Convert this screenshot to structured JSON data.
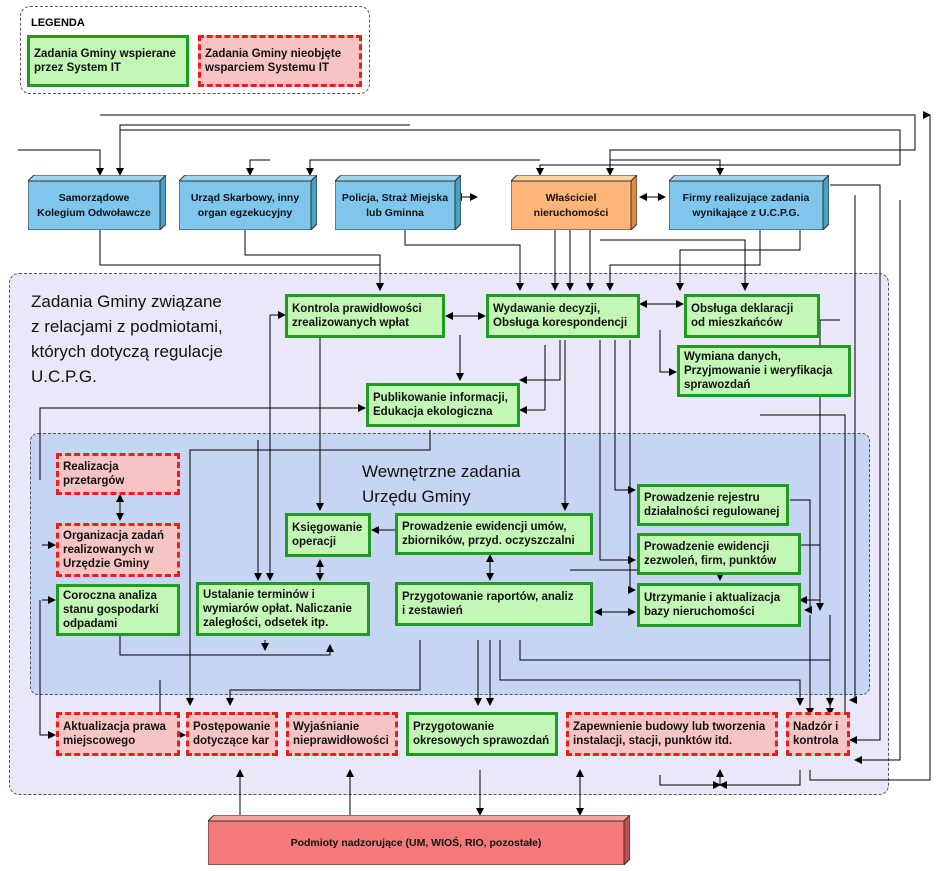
{
  "legend": {
    "title": "LEGENDA",
    "supported": "Zadania Gminy wspierane\nprzez System IT",
    "unsupported": "Zadania Gminy nieobjęte\nwsparciem Systemu IT"
  },
  "regions": {
    "outer_title": "Zadania Gminy związane\nz relacjami z podmiotami,\nktórych dotyczą regulacje\nU.C.P.G.",
    "inner_title": "Wewnętrzne zadania\nUrzędu Gminy"
  },
  "external": {
    "kolegium": "Samorządowe\nKolegium Odwoławcze",
    "skarbowy": "Urząd Skarbowy, inny\norgan egzekucyjny",
    "policja": "Policja, Straż Miejska\nlub Gminna",
    "wlasciciel": "Właściciel\nnieruchomości",
    "firmy": "Firmy realizujące zadania\nwynikające z U.C.P.G.",
    "nadzorujace": "Podmioty nadzorujące (UM, WIOŚ, RIO, pozostałe)"
  },
  "tasks": {
    "kontrola_wplat": "Kontrola prawidłowości\nzrealizowanych wpłat",
    "wydawanie_decyzji": "Wydawanie decyzji,\nObsługa korespondencji",
    "obsluga_deklaracji": "Obsługa deklaracji\nod mieszkańców",
    "wymiana_danych": "Wymiana danych,\nPrzyjmowanie i weryfikacja\nsprawozdań",
    "publikowanie": "Publikowanie informacji,\nEdukacja ekologiczna",
    "realizacja_przetargow": "Realizacja\nprzetargów",
    "organizacja_zadan": "Organizacja zadań\nrealizowanych w\nUrzędzie Gminy",
    "coroczna_analiza": "Coroczna analiza\nstanu gospodarki\nodpadami",
    "ksiegowanie": "Księgowanie\noperacji",
    "ustalanie_terminow": "Ustalanie terminów i\nwymiarów opłat. Naliczanie\nzaległości, odsetek itp.",
    "ewidencja_umow": "Prowadzenie ewidencji umów,\nzbiorników, przyd. oczyszczalni",
    "raporty": "Przygotowanie raportów, analiz\ni zestawień",
    "rejestr": "Prowadzenie rejestru\ndziałalności regulowanej",
    "ewidencja_zezwolen": "Prowadzenie ewidencji\nzezwoleń, firm, punktów",
    "baza_nieruchomosci": "Utrzymanie i aktualizacja\nbazy nieruchomości",
    "aktualizacja_prawa": "Aktualizacja prawa\nmiejscowego",
    "postepowanie_kar": "Postępowanie\ndotyczące kar",
    "wyjasnianie": "Wyjaśnianie\nnieprawidłowości",
    "sprawozdania": "Przygotowanie\nokresowych sprawozdań",
    "zapewnienie_budowy": "Zapewnienie budowy lub tworzenia\ninstalacji, stacji, punktów itd.",
    "nadzor": "Nadzór i\nkontrola"
  }
}
